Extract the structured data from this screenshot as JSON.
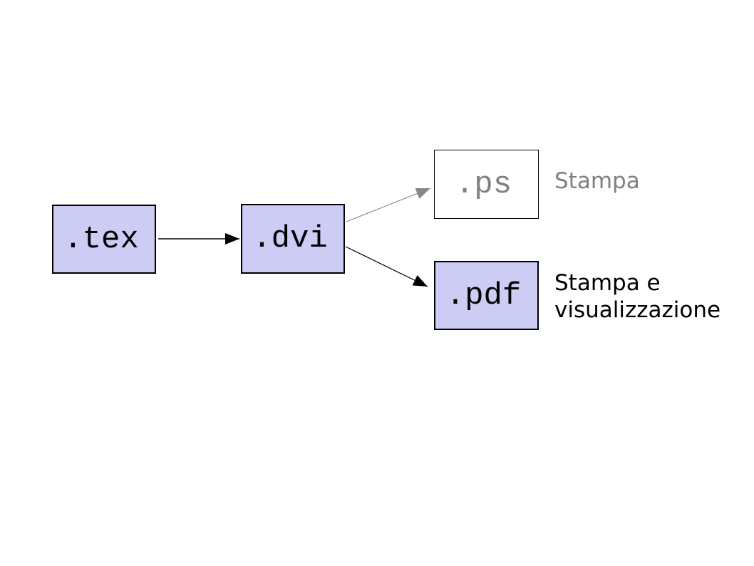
{
  "background_color": "#ffffff",
  "nodes": {
    "tex": {
      "label": ".tex",
      "fill": "#ccccf5",
      "border": "#000000",
      "text_color": "#000000"
    },
    "dvi": {
      "label": ".dvi",
      "fill": "#ccccf5",
      "border": "#000000",
      "text_color": "#000000"
    },
    "ps": {
      "label": ".ps",
      "fill": "#ffffff",
      "border": "#000000",
      "text_color": "#808080"
    },
    "pdf": {
      "label": ".pdf",
      "fill": "#ccccf5",
      "border": "#000000",
      "text_color": "#000000"
    }
  },
  "annotations": {
    "ps": {
      "text": "Stampa",
      "color": "#808080"
    },
    "pdf": {
      "line1": "Stampa e",
      "line2": "visualizzazione",
      "color": "#000000"
    }
  },
  "edges": [
    {
      "from": "tex",
      "to": "dvi",
      "color": "#000000",
      "head": "solid-triangle"
    },
    {
      "from": "dvi",
      "to": "ps",
      "color": "#888888",
      "head": "solid-triangle"
    },
    {
      "from": "dvi",
      "to": "pdf",
      "color": "#000000",
      "head": "solid-triangle"
    }
  ]
}
